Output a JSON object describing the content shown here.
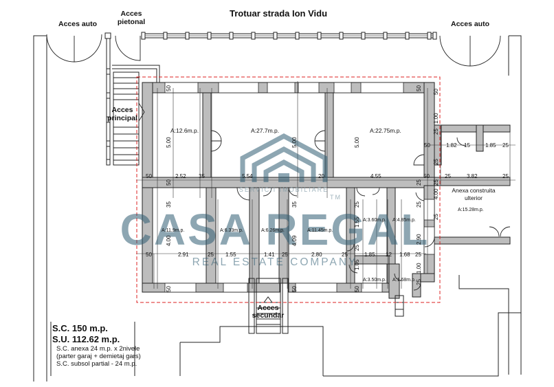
{
  "street_label": "Trotuar strada Ion Vidu",
  "accesses": {
    "auto_left": "Acces auto",
    "auto_right": "Acces auto",
    "pedestrian": [
      "Acces",
      "pietonal"
    ],
    "main": [
      "Acces",
      "principal"
    ],
    "secondary": [
      "Acces",
      "secundar"
    ]
  },
  "rooms": [
    {
      "area": "A:12.6m.p."
    },
    {
      "area": "A:27.7m.p."
    },
    {
      "area": "A:22.75m.p."
    },
    {
      "area": "A:11.9m.p."
    },
    {
      "area": "A:6.33m.p."
    },
    {
      "area": "A:6.26m.p."
    },
    {
      "area": "A:11.45m.p."
    },
    {
      "area": "A:3.60m.p."
    },
    {
      "area": "A:4.85m.p."
    },
    {
      "area": "A:3.50m.p."
    },
    {
      "area": "A:1.68m.p."
    },
    {
      "area": "A:15.28m.p."
    }
  ],
  "annex": {
    "title": [
      "Anexa construita",
      "ulterior"
    ]
  },
  "dimensions": {
    "horizontal": [
      "50",
      "2.52",
      "35",
      "5.54",
      "20",
      "4.55",
      "50",
      "50",
      "2.91",
      "25",
      "1.55",
      "1.41",
      "25",
      "2.80",
      "25",
      "1.85",
      "12",
      "1.68",
      "25",
      "50",
      "1.82",
      "15",
      "1.85",
      "25",
      "25",
      "3.82",
      "25"
    ],
    "vertical": [
      "50",
      "5.00",
      "5.00",
      "5.00",
      "35",
      "4.00",
      "35",
      "4.09",
      "1.55",
      "25",
      "1.05",
      "1.00",
      "25",
      "2.90",
      "4.00",
      "1.00",
      "25",
      "25",
      "50",
      "50",
      "50",
      "50",
      "25",
      "25",
      "25",
      "25",
      "25",
      "50",
      "50"
    ]
  },
  "watermark": {
    "brand": "CASA REGAL",
    "tagline": "REAL ESTATE COMPANY",
    "small": "SERVICII IMOBILIARE",
    "tm": "TM"
  },
  "summary": {
    "sc": "S.C. 150 m.p.",
    "su": "S.U. 112.62 m.p.",
    "notes": [
      "S.C. anexa 24 m.p. x 2nivele",
      "(parter garaj + demietaj gars)",
      "S.C. subsol partial - 24 m.p."
    ]
  }
}
